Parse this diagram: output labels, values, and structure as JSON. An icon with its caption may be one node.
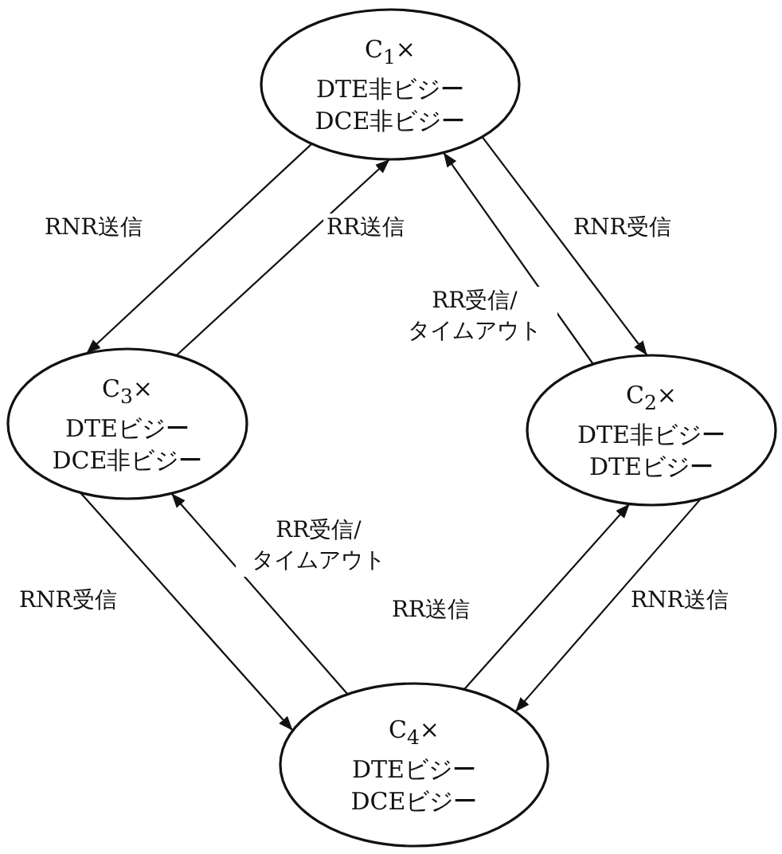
{
  "diagram": {
    "nodes": [
      {
        "text": [
          "C$_{1}$×",
          "DTE非ビジー",
          "DCE非ビジー"
        ]
      },
      {
        "text": [
          "C$_{3}$×",
          "DTEビジー",
          "DCE非ビジー"
        ]
      },
      {
        "text": [
          "C$_{2}$×",
          "DTE非ビジー",
          "DTEビジー"
        ]
      },
      {
        "text": [
          "C$_{4}$×",
          "DTEビジー",
          "DCEビジー"
        ]
      }
    ],
    "edges": [
      {
        "from": 0,
        "to": 1,
        "arrow": "to",
        "label": "RNR送信"
      },
      {
        "from": 1,
        "to": 0,
        "arrow": "to",
        "label": "RR送信"
      },
      {
        "from": 2,
        "to": 0,
        "arrow": "to",
        "label": "RR受信/ タイムアウト"
      },
      {
        "from": 0,
        "to": 2,
        "arrow": "to",
        "label": "RNR受信"
      },
      {
        "from": 1,
        "to": 3,
        "arrow": "to",
        "label": "RNR受信"
      },
      {
        "from": 3,
        "to": 1,
        "arrow": "to",
        "label": "RR受信/ タイムアウト"
      },
      {
        "from": 3,
        "to": 2,
        "arrow": "to",
        "label": "RR送信"
      },
      {
        "from": 2,
        "to": 3,
        "arrow": "to",
        "label": "RNR送信"
      }
    ]
  }
}
